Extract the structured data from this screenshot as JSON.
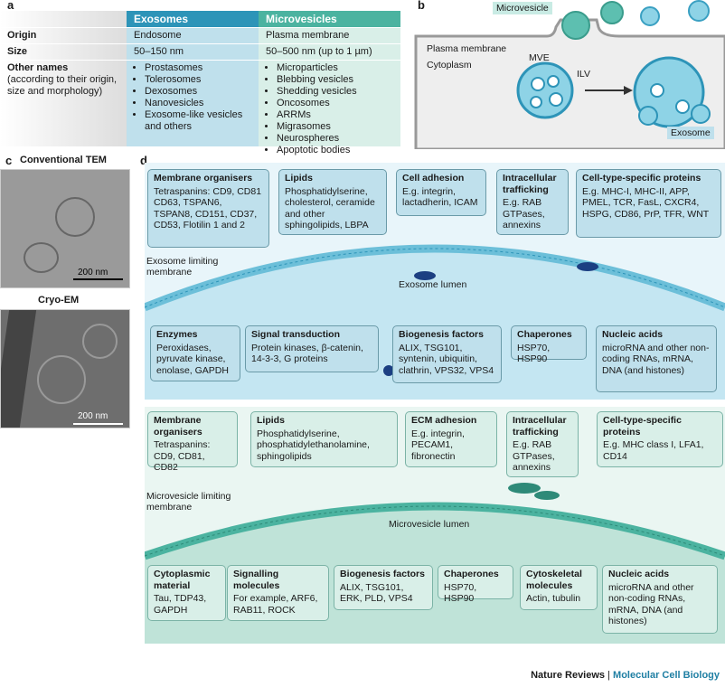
{
  "panel_labels": {
    "a": "a",
    "b": "b",
    "c": "c",
    "d": "d"
  },
  "table": {
    "headers": [
      "",
      "Exosomes",
      "Microvesicles"
    ],
    "rows": [
      {
        "label": "Origin",
        "exo": "Endosome",
        "micro": "Plasma membrane"
      },
      {
        "label": "Size",
        "exo": "50–150 nm",
        "micro": "50–500 nm (up to 1 µm)"
      }
    ],
    "other_names_label": "Other names",
    "other_names_sub": "(according to their origin, size and morphology)",
    "exo_names": [
      "Prostasomes",
      "Tolerosomes",
      "Dexosomes",
      "Nanovesicles",
      "Exosome-like vesicles and others"
    ],
    "micro_names": [
      "Microparticles",
      "Blebbing vesicles",
      "Shedding vesicles",
      "Oncosomes",
      "ARRMs",
      "Migrasomes",
      "Neurospheres",
      "Apoptotic bodies"
    ]
  },
  "panel_b": {
    "microvesicle": "Microvesicle",
    "plasma_membrane": "Plasma membrane",
    "cytoplasm": "Cytoplasm",
    "mve": "MVE",
    "ilv": "ILV",
    "exosome": "Exosome"
  },
  "panel_c": {
    "tem_title": "Conventional TEM",
    "cryo_title": "Cryo-EM",
    "scale1": "200 nm",
    "scale2": "200 nm"
  },
  "exosome_boxes": {
    "top": [
      {
        "title": "Membrane organisers",
        "body": "Tetraspanins: CD9, CD81 CD63, TSPAN6, TSPAN8, CD151, CD37, CD53, Flotilin 1 and 2"
      },
      {
        "title": "Lipids",
        "body": "Phosphatidylserine, cholesterol, ceramide and other sphingolipids, LBPA"
      },
      {
        "title": "Cell adhesion",
        "body": "E.g. integrin, lactadherin, ICAM"
      },
      {
        "title": "Intracellular trafficking",
        "body": "E.g. RAB GTPases, annexins"
      },
      {
        "title": "Cell-type-specific proteins",
        "body": "E.g. MHC-I, MHC-II, APP, PMEL, TCR, FasL, CXCR4, HSPG, CD86, PrP, TFR, WNT"
      }
    ],
    "bottom": [
      {
        "title": "Enzymes",
        "body": "Peroxidases, pyruvate kinase, enolase, GAPDH"
      },
      {
        "title": "Signal transduction",
        "body": "Protein kinases, β-catenin, 14-3-3, G proteins"
      },
      {
        "title": "Biogenesis factors",
        "body": "ALIX, TSG101, syntenin, ubiquitin, clathrin, VPS32, VPS4"
      },
      {
        "title": "Chaperones",
        "body": "HSP70, HSP90"
      },
      {
        "title": "Nucleic acids",
        "body": "microRNA and other non-coding RNAs, mRNA, DNA (and histones)"
      }
    ],
    "membrane_label": "Exosome limiting membrane",
    "lumen_label": "Exosome lumen"
  },
  "microvesicle_boxes": {
    "top": [
      {
        "title": "Membrane organisers",
        "body": "Tetraspanins: CD9, CD81, CD82"
      },
      {
        "title": "Lipids",
        "body": "Phosphatidylserine, phosphatidylethanolamine, sphingolipids"
      },
      {
        "title": "ECM adhesion",
        "body": "E.g. integrin, PECAM1, fibronectin"
      },
      {
        "title": "Intracellular trafficking",
        "body": "E.g. RAB GTPases, annexins"
      },
      {
        "title": "Cell-type-specific proteins",
        "body": "E.g. MHC class I, LFA1, CD14"
      }
    ],
    "bottom": [
      {
        "title": "Cytoplasmic material",
        "body": "Tau, TDP43, GAPDH"
      },
      {
        "title": "Signalling molecules",
        "body": "For example, ARF6, RAB11, ROCK"
      },
      {
        "title": "Biogenesis factors",
        "body": "ALIX, TSG101, ERK, PLD, VPS4"
      },
      {
        "title": "Chaperones",
        "body": "HSP70, HSP90"
      },
      {
        "title": "Cytoskeletal molecules",
        "body": "Actin, tubulin"
      },
      {
        "title": "Nucleic acids",
        "body": "microRNA and other non-coding RNAs, mRNA, DNA (and histones)"
      }
    ],
    "membrane_label": "Microvesicle limiting membrane",
    "lumen_label": "Microvesicle lumen"
  },
  "footer": {
    "journal": "Nature Reviews",
    "sep": " | ",
    "section": "Molecular Cell Biology"
  }
}
